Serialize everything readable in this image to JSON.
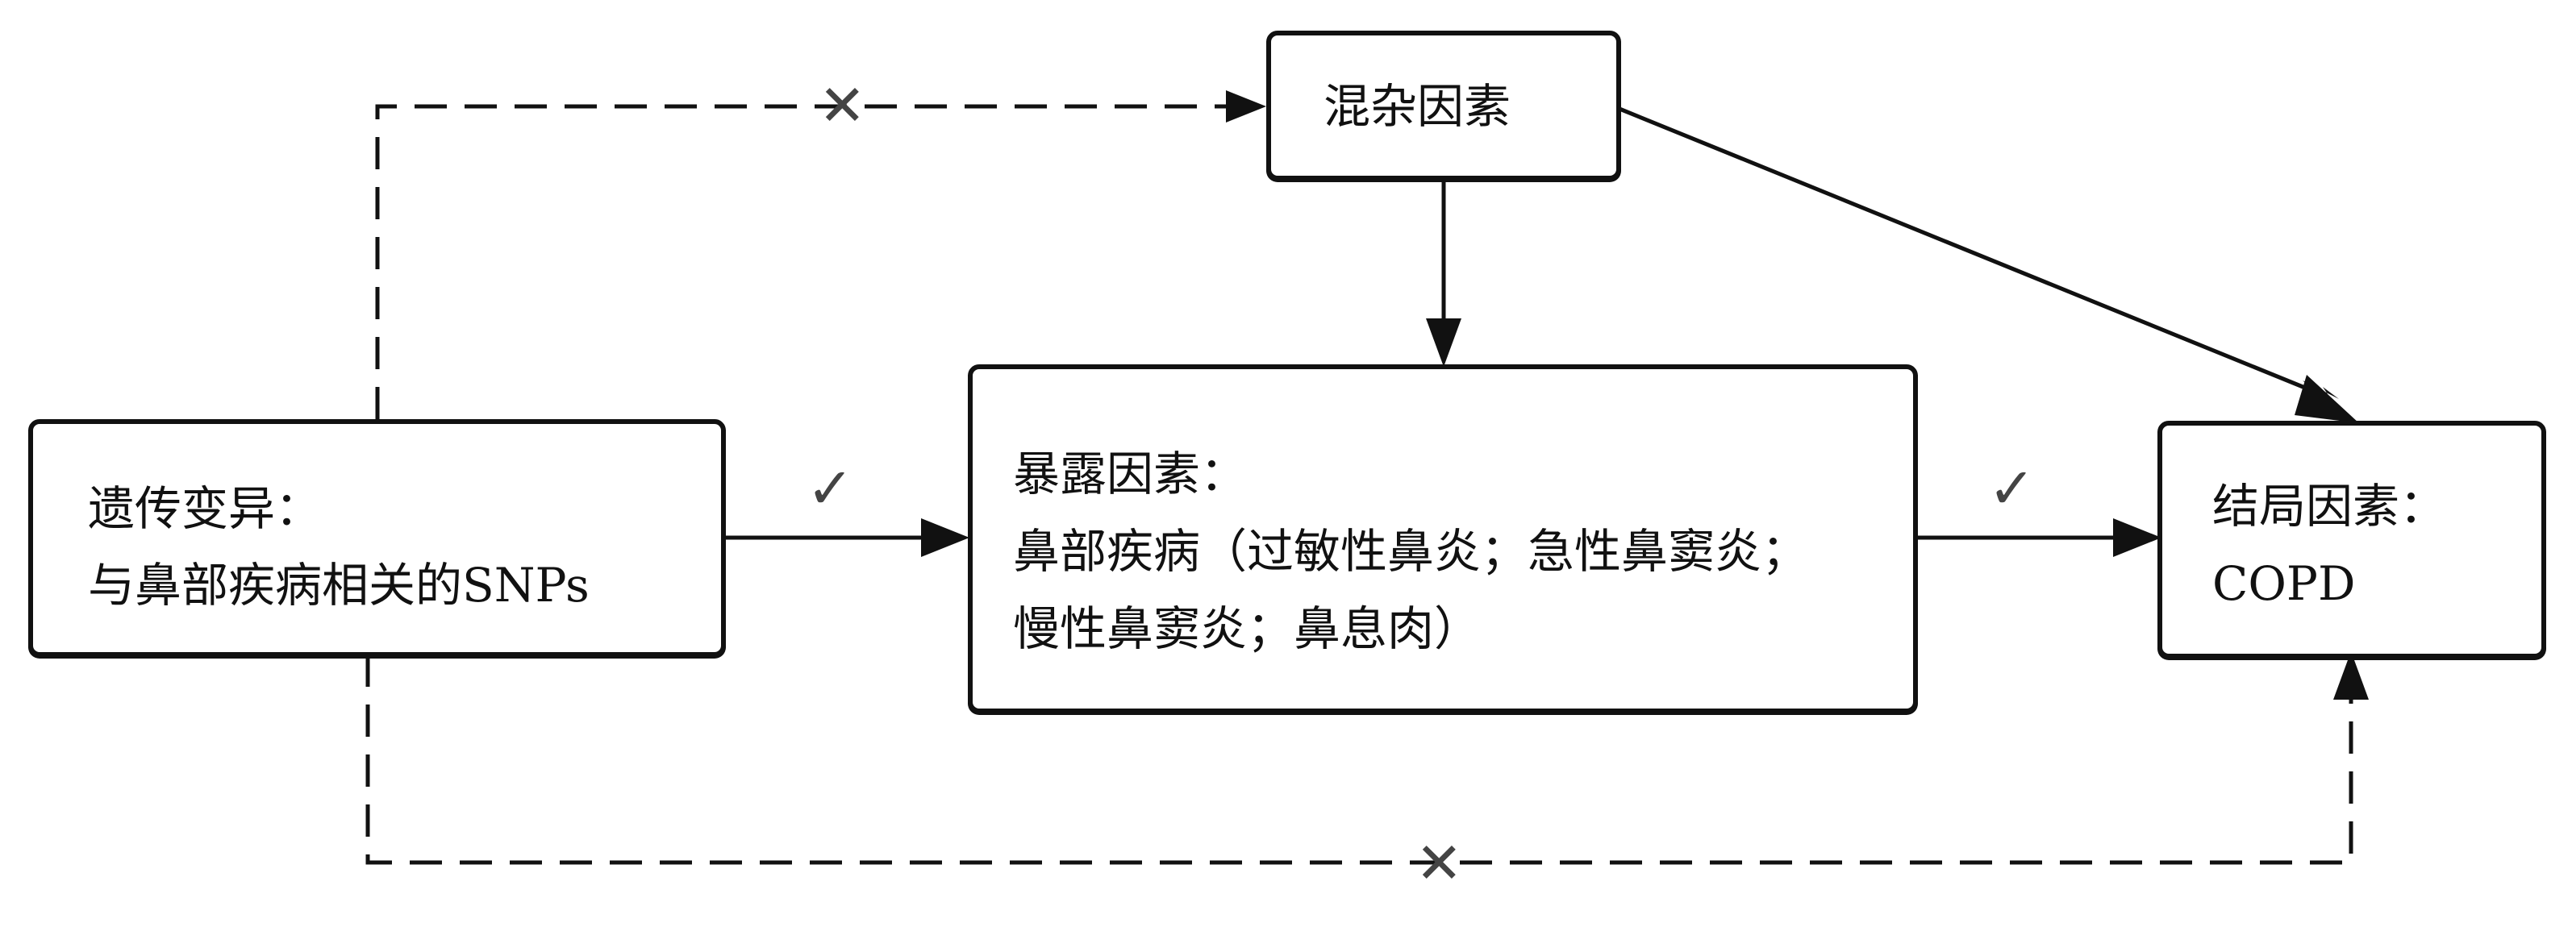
{
  "nodes": {
    "genetic": {
      "line1": "遗传变异：",
      "line2": "与鼻部疾病相关的SNPs"
    },
    "confounder": {
      "label": "混杂因素"
    },
    "exposure": {
      "line1": "暴露因素：",
      "line2": "鼻部疾病（过敏性鼻炎；急性鼻窦炎；",
      "line3": "慢性鼻窦炎；鼻息肉）"
    },
    "outcome": {
      "line1": "结局因素：",
      "line2": "COPD"
    }
  },
  "edges": {
    "genetic_to_exposure": {
      "style": "solid",
      "mark": "✓"
    },
    "exposure_to_outcome": {
      "style": "solid",
      "mark": "✓"
    },
    "genetic_to_confounder": {
      "style": "dashed",
      "mark": "✕"
    },
    "genetic_to_outcome": {
      "style": "dashed",
      "mark": "✕"
    },
    "confounder_to_exposure": {
      "style": "solid"
    },
    "confounder_to_outcome": {
      "style": "solid"
    }
  }
}
